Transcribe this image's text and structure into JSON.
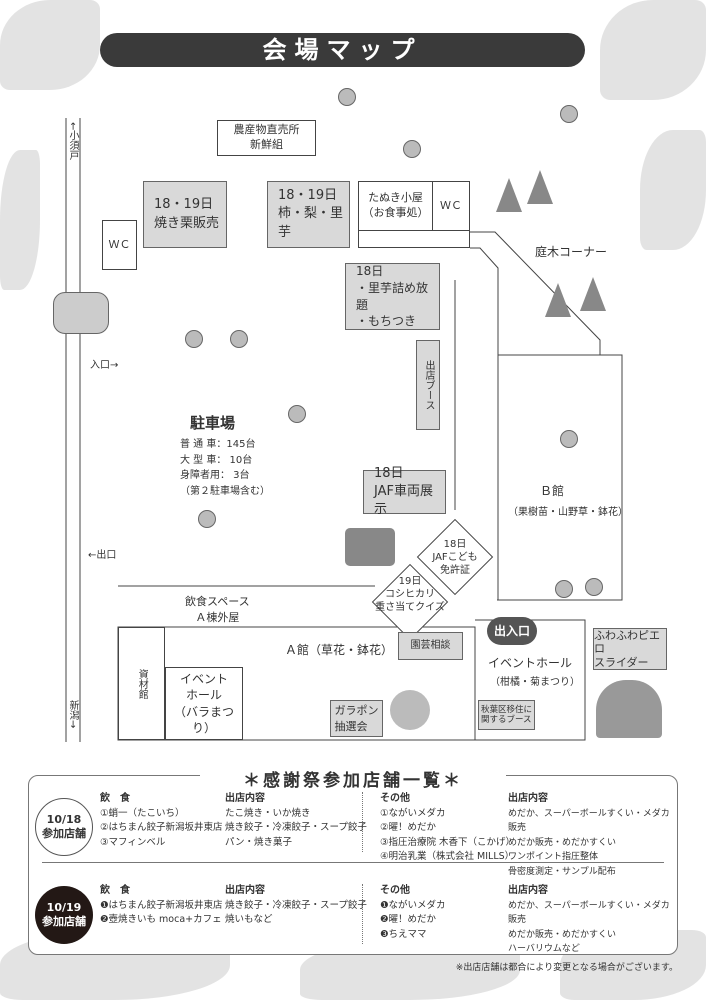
{
  "title": "会場マップ",
  "roads": {
    "north": "←小須戸",
    "south": "新潟→",
    "entrance": "入口→",
    "exit": "←出口"
  },
  "map": {
    "wc1": "ＷＣ",
    "wc2": "ＷＣ",
    "yakiguri": "18・19日\n焼き栗販売",
    "kaki": "18・19日\n柿・梨・里芋",
    "chokubai": "農産物直売所\n新鮮組",
    "tanuki": "たぬき小屋\n（お食事処）",
    "satoimo": "18日\n・里芋詰め放題\n・もちつき",
    "booth": "出店ブース",
    "niwaki": "庭木コーナー",
    "parking_title": "駐車場",
    "parking_detail": "普 通 車：145台\n大 型 車： 10台\n身障者用： 3台\n（第２駐車場含む）",
    "jaf": "18日\nJAF車両展示",
    "jaf_kids": "18日\nJAFこども\n免許証",
    "koshihikari": "19日\nコシヒカリ\n重さ当てクイズ",
    "inshoku": "飲食スペース\nＡ棟外屋",
    "b_hall": "Ｂ館",
    "b_hall_sub": "（果樹苗・山野草・鉢花）",
    "a_hall": "Ａ館（草花・鉢花）",
    "shizai": "資材館",
    "event_hall_a": "イベント\nホール\n（バラまつり）",
    "engei": "園芸相談",
    "garapon": "ガラポン\n抽選会",
    "entrance_exit": "出入口",
    "event_hall": "イベントホール",
    "event_hall_sub": "（柑橘・菊まつり）",
    "akiha": "秋葉区移住に\n関するブース",
    "slider": "ふわふわピエロ\nスライダー"
  },
  "stores": {
    "title": "＊感謝祭参加店舗一覧＊",
    "days": [
      {
        "badge": "10/18\n参加店舗",
        "food_h": "飲　食",
        "food": [
          "①蛸一（たこいち）",
          "②はちまん餃子新潟坂井東店",
          "③マフィンベル"
        ],
        "food_c_h": "出店内容",
        "food_c": [
          "たこ焼き・いか焼き",
          "焼き餃子・冷凍餃子・スープ餃子",
          "パン・焼き菓子"
        ],
        "other_h": "その他",
        "other": [
          "①ながいメダカ",
          "②曜！めだか",
          "③指圧治療院 木香下（こかげ）",
          "④明治乳業（株式会社 MILLS）"
        ],
        "other_c_h": "出店内容",
        "other_c": [
          "めだか、スーパーボールすくい・メダカ販売",
          "めだか販売・めだかすくい",
          "ワンポイント指圧整体",
          "骨密度測定・サンプル配布"
        ]
      },
      {
        "badge": "10/19\n参加店舗",
        "food_h": "飲　食",
        "food": [
          "❶はちまん餃子新潟坂井東店",
          "❷壺焼きいも moca+カフェ"
        ],
        "food_c_h": "出店内容",
        "food_c": [
          "焼き餃子・冷凍餃子・スープ餃子",
          "焼いもなど"
        ],
        "other_h": "その他",
        "other": [
          "❶ながいメダカ",
          "❷曜！めだか",
          "❸ちえママ"
        ],
        "other_c_h": "出店内容",
        "other_c": [
          "めだか、スーパーボールすくい・メダカ販売",
          "めだか販売・めだかすくい",
          "ハーバリウムなど"
        ]
      }
    ],
    "note": "※出店店舗は都合により変更となる場合がございます。"
  }
}
